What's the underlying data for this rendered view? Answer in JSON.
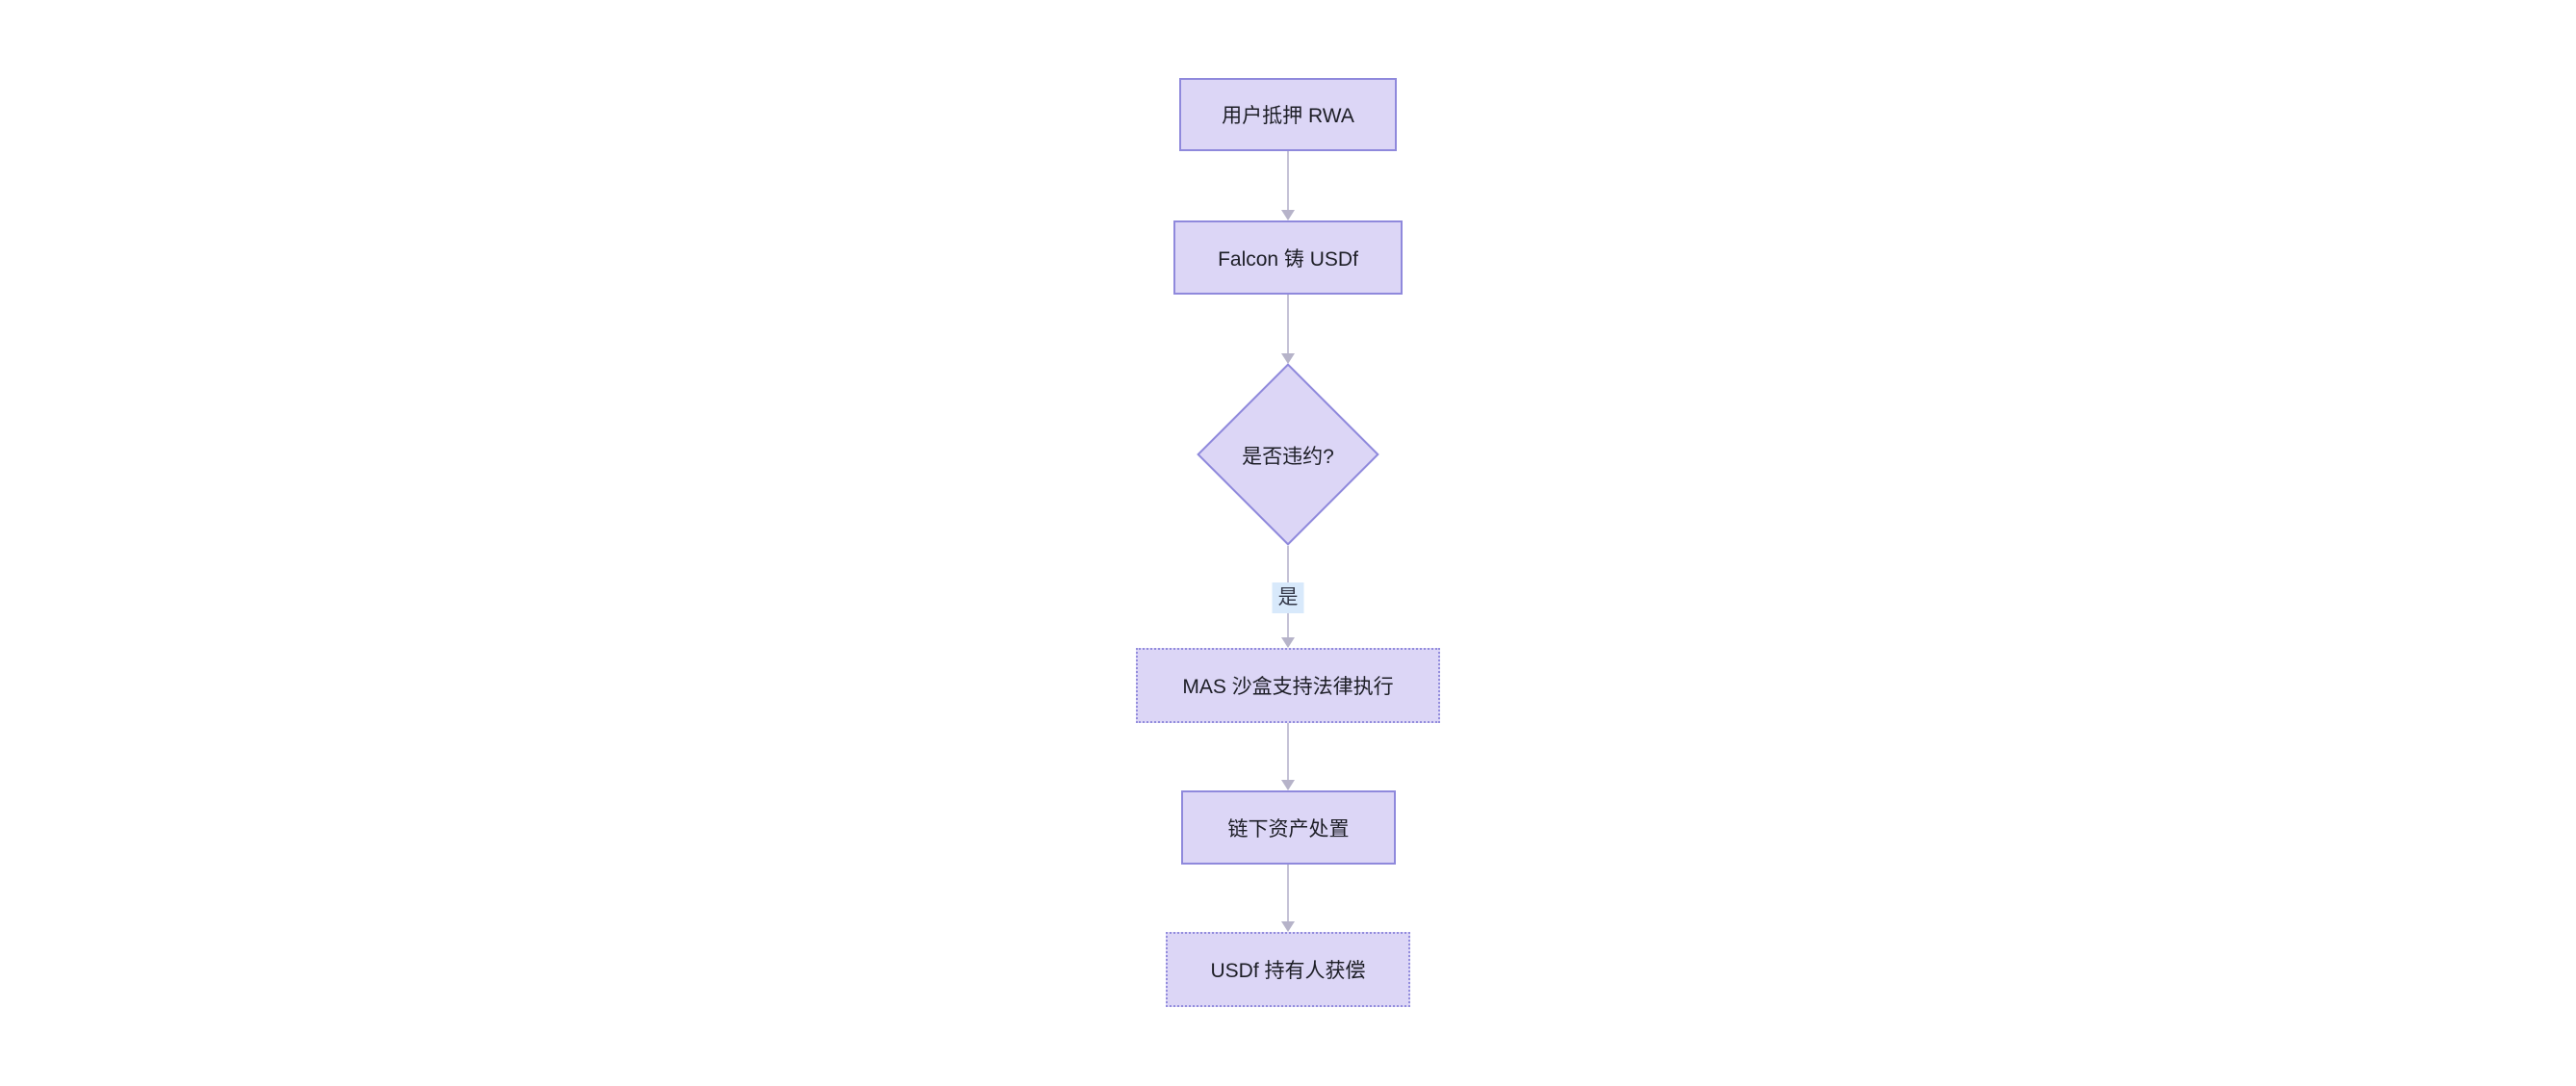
{
  "diagram": {
    "type": "flowchart",
    "direction": "top-down",
    "colors": {
      "background": "#ffffff",
      "node_fill": "#dcd6f6",
      "node_border": "#8f89dc",
      "line": "#c5c2d6",
      "arrowhead": "#b6b3c9",
      "edge_label_bg": "#d8e9fb",
      "text": "#1d1e26"
    },
    "nodes": [
      {
        "id": "A",
        "label": "用户抵押 RWA",
        "shape": "rect",
        "border": "solid"
      },
      {
        "id": "B",
        "label": "Falcon 铸 USDf",
        "shape": "rect",
        "border": "solid"
      },
      {
        "id": "C",
        "label": "是否违约?",
        "shape": "diamond",
        "border": "solid"
      },
      {
        "id": "D",
        "label": "MAS 沙盒支持法律执行",
        "shape": "rect",
        "border": "dotted"
      },
      {
        "id": "E",
        "label": "链下资产处置",
        "shape": "rect",
        "border": "solid"
      },
      {
        "id": "F",
        "label": "USDf 持有人获偿",
        "shape": "rect",
        "border": "dotted"
      }
    ],
    "edges": [
      {
        "from": "A",
        "to": "B",
        "label": ""
      },
      {
        "from": "B",
        "to": "C",
        "label": ""
      },
      {
        "from": "C",
        "to": "D",
        "label": "是"
      },
      {
        "from": "D",
        "to": "E",
        "label": ""
      },
      {
        "from": "E",
        "to": "F",
        "label": ""
      }
    ]
  }
}
